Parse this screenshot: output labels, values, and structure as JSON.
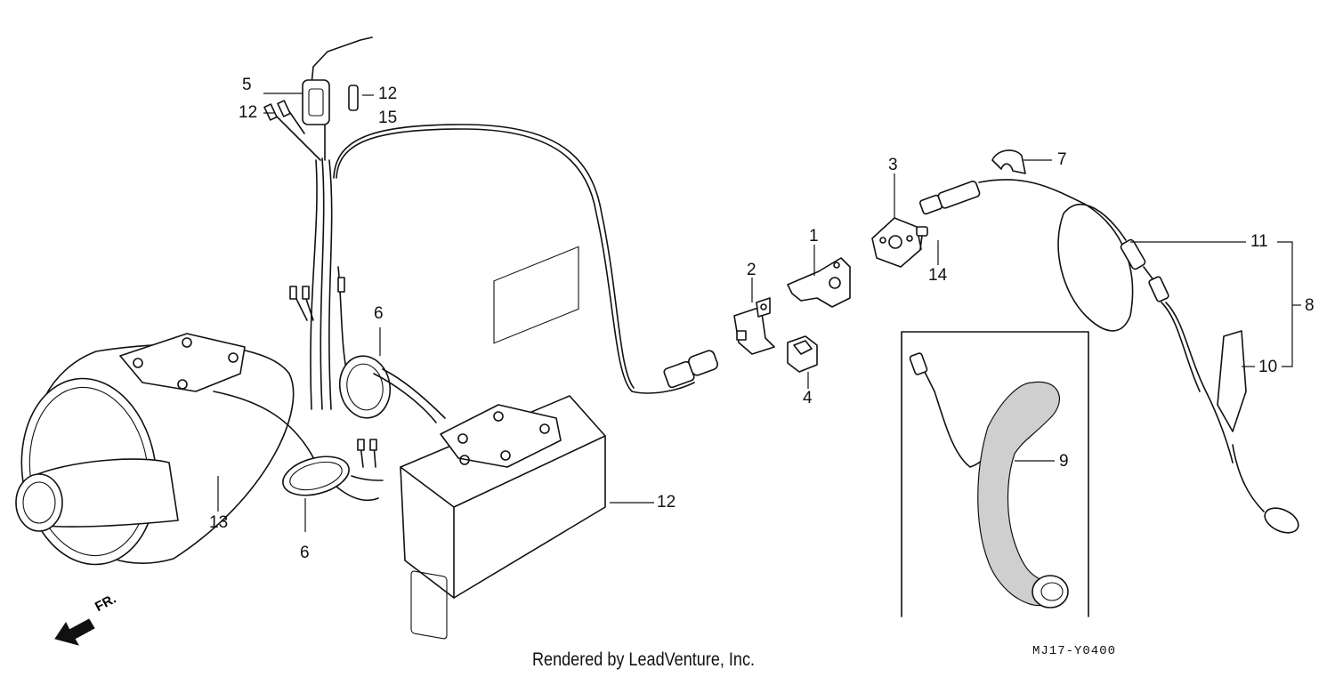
{
  "labels": {
    "l1": "1",
    "l2": "2",
    "l3": "3",
    "l4": "4",
    "l5": "5",
    "l6a": "6",
    "l6b": "6",
    "l7": "7",
    "l8": "8",
    "l9": "9",
    "l10": "10",
    "l11": "11",
    "l12a": "12",
    "l12b": "12",
    "l12c": "12",
    "l13": "13",
    "l14": "14",
    "l15": "15"
  },
  "footer": {
    "credit": "Rendered by LeadVenture, Inc.",
    "code": "MJ17-Y0400"
  },
  "direction": {
    "label": "FR."
  }
}
